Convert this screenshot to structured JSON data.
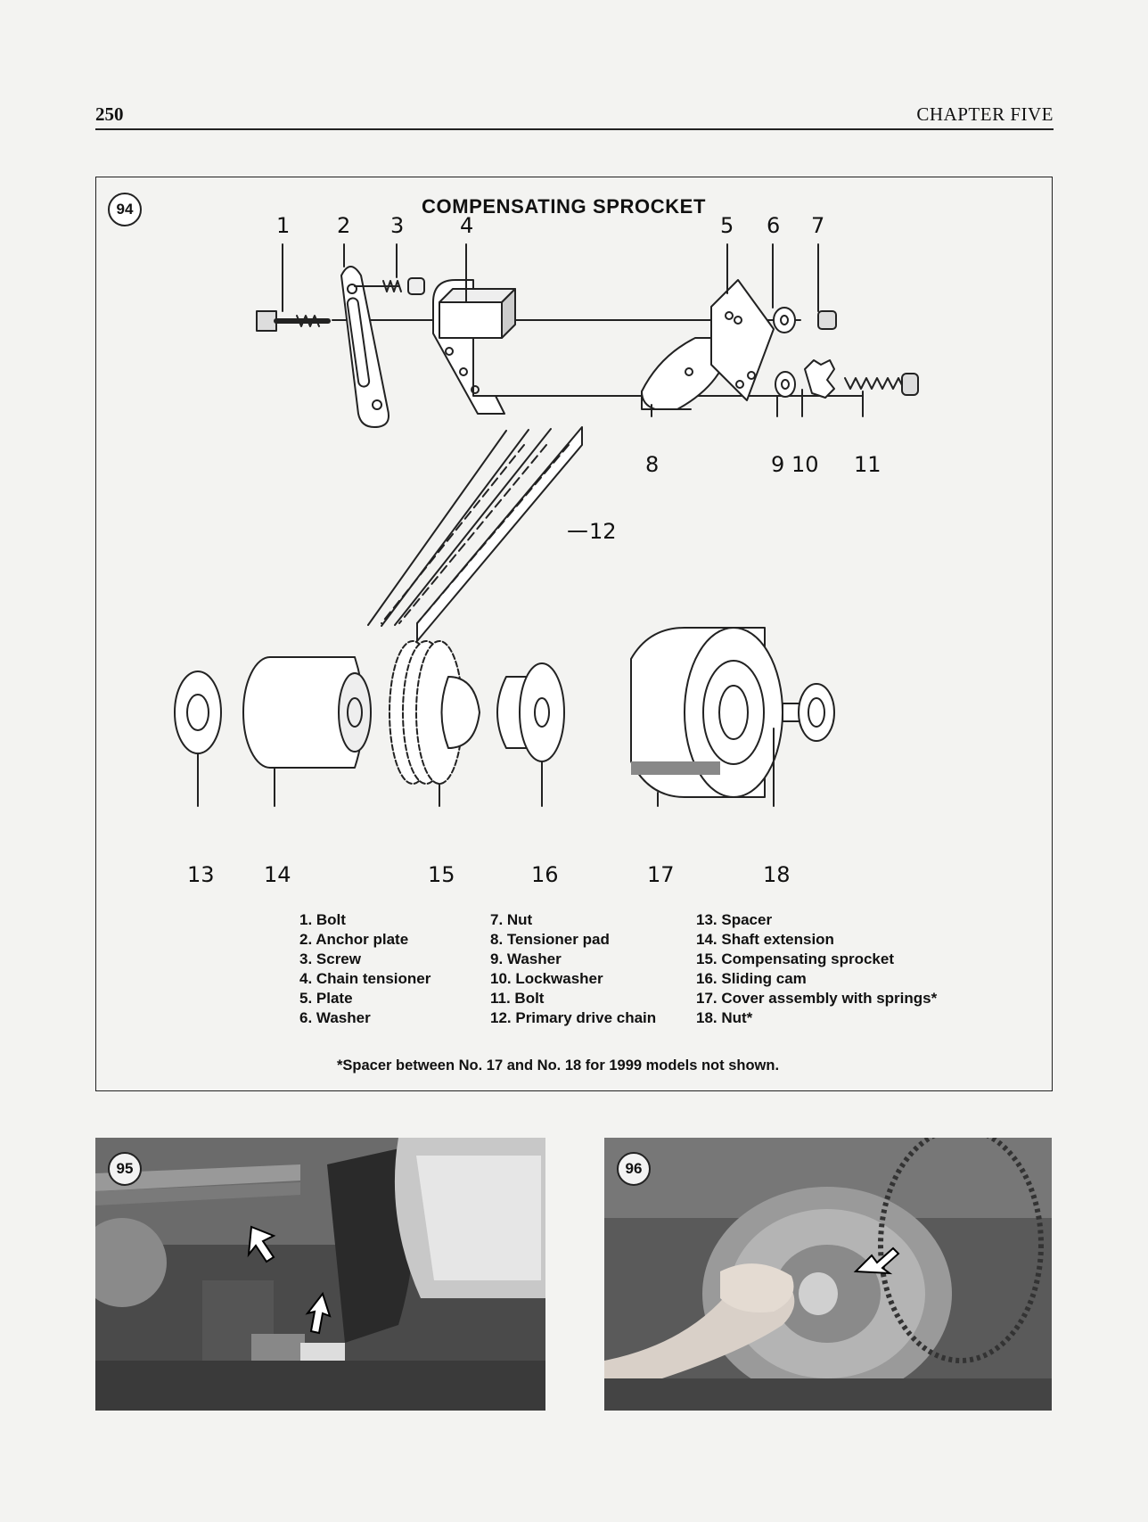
{
  "header": {
    "page_number": "250",
    "chapter_title": "CHAPTER FIVE"
  },
  "figure94": {
    "number": "94",
    "title": "COMPENSATING SPROCKET",
    "callouts": [
      "1",
      "2",
      "3",
      "4",
      "5",
      "6",
      "7",
      "8",
      "9",
      "10",
      "11",
      "12",
      "13",
      "14",
      "15",
      "16",
      "17",
      "18"
    ],
    "legend": [
      [
        "1. Bolt",
        "2. Anchor plate",
        "3. Screw",
        "4. Chain tensioner",
        "5. Plate",
        "6. Washer"
      ],
      [
        "7. Nut",
        "8. Tensioner pad",
        "9. Washer",
        "10. Lockwasher",
        "11. Bolt",
        "12. Primary drive chain"
      ],
      [
        "13. Spacer",
        "14. Shaft extension",
        "15. Compensating sprocket",
        "16. Sliding cam",
        "17. Cover assembly with springs*",
        "18. Nut*"
      ]
    ],
    "footnote": "*Spacer between No. 17 and No. 18 for 1999 models not shown."
  },
  "figure95": {
    "number": "95"
  },
  "figure96": {
    "number": "96"
  }
}
